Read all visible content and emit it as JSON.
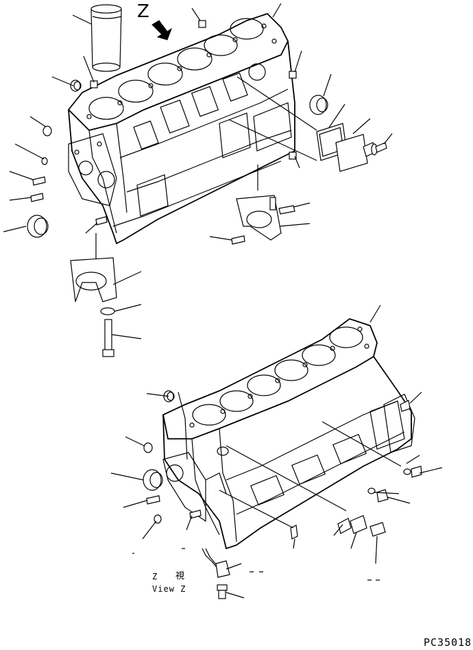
{
  "view_marker": {
    "letter": "Z"
  },
  "view_caption": {
    "letter": "Z",
    "japanese": "視",
    "english": "View Z"
  },
  "drawing_code": "PC35018",
  "parts": {
    "upper_assembly": [
      "cylinder-liner",
      "plug",
      "cylinder-block",
      "cover",
      "gasket",
      "bolt",
      "pin",
      "seal",
      "main-bearing-cap",
      "washer",
      "cap-bolt",
      "dowel"
    ],
    "lower_assembly": [
      "cylinder-block",
      "plug",
      "seal",
      "dowel",
      "bolt",
      "washer",
      "gasket",
      "plate",
      "union",
      "elbow",
      "nozzle"
    ]
  }
}
